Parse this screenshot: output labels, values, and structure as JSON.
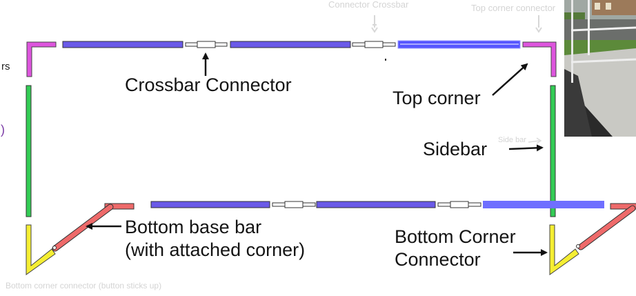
{
  "labels": {
    "crossbar_connector": "Crossbar Connector",
    "top_corner": "Top corner",
    "sidebar": "Sidebar",
    "bottom_base_bar_line1": "Bottom base bar",
    "bottom_base_bar_line2": "(with attached corner)",
    "bottom_corner_line1": "Bottom Corner",
    "bottom_corner_line2": "Connector"
  },
  "ghost_labels": {
    "connector_crossbar": "Connector Crossbar",
    "top_corner_connector": "Top corner connector",
    "side_bar": "Side bar",
    "bottom_corner_connector": "Bottom corner connector (button sticks up)"
  },
  "clipped_text": {
    "left_top": "rs",
    "left_mid": ")"
  },
  "colors": {
    "corner_magenta": "#dd55dd",
    "sidebar_green": "#33cc55",
    "crossbar_blue": "#6a5ae8",
    "crossbar_bright_blue": "#5555ff",
    "base_bar_red": "#ee6a6a",
    "bottom_corner_yellow": "#f5ee33",
    "connector_white": "#ffffff",
    "outline": "#333333",
    "clipped_purple": "#7a3aa5"
  },
  "photo": {
    "description_icon": "photo-of-pvc-frame-outdoors"
  }
}
